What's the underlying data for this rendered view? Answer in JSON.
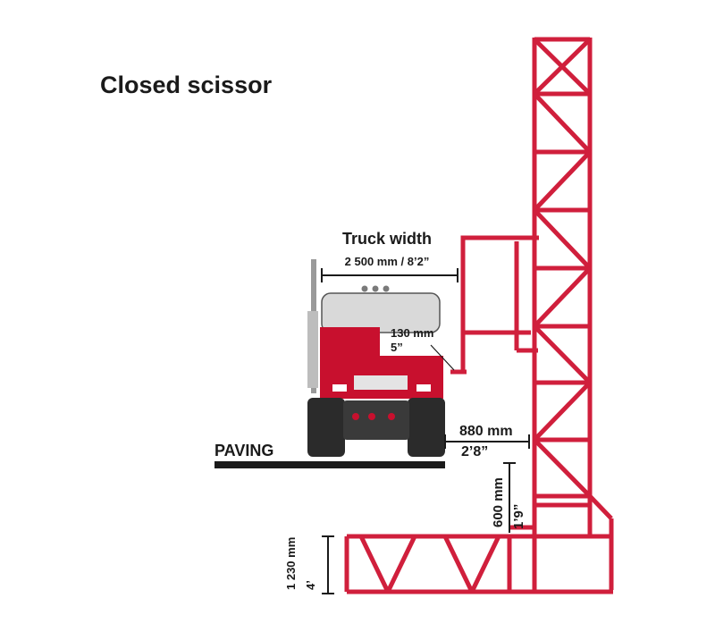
{
  "title": "Closed scissor",
  "labels": {
    "truck_width": "Truck width",
    "truck_width_value": "2 500 mm / 8’2”",
    "gap_mm": "130 mm",
    "gap_in": "5”",
    "clearance_mm": "880 mm",
    "clearance_in": "2’8”",
    "height_mm": "600 mm",
    "height_in": "1’9”",
    "base_mm": "1 230 mm",
    "base_in": "4’",
    "paving": "PAVING"
  },
  "colors": {
    "structure": "#d01f3c",
    "truck_body": "#c8102e",
    "tire": "#2b2b2b",
    "cab": "#d9d9d9",
    "ink": "#1a1a1a"
  }
}
